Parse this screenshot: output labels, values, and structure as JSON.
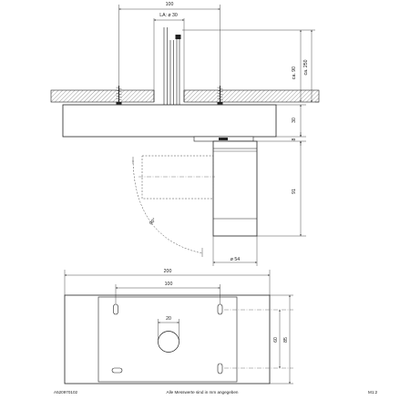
{
  "dimensions": {
    "bolt_spacing": "100",
    "cable_entry": "LA: ø 30",
    "ceiling_depth": "ca. 90",
    "total_depth": "ca. 250",
    "canopy_height": "30",
    "joint_height": "8",
    "head_length": "91",
    "tilt_angle": "90°",
    "head_diameter": "ø 54",
    "plate_width": "200",
    "hole_spacing": "100",
    "center_hole": "20",
    "slot_spacing": "60",
    "plate_depth": "85"
  },
  "footer": {
    "article_number": "A520970102",
    "note": "Alle Messwerte sind in mm angegeben",
    "scale": "M1:2"
  }
}
